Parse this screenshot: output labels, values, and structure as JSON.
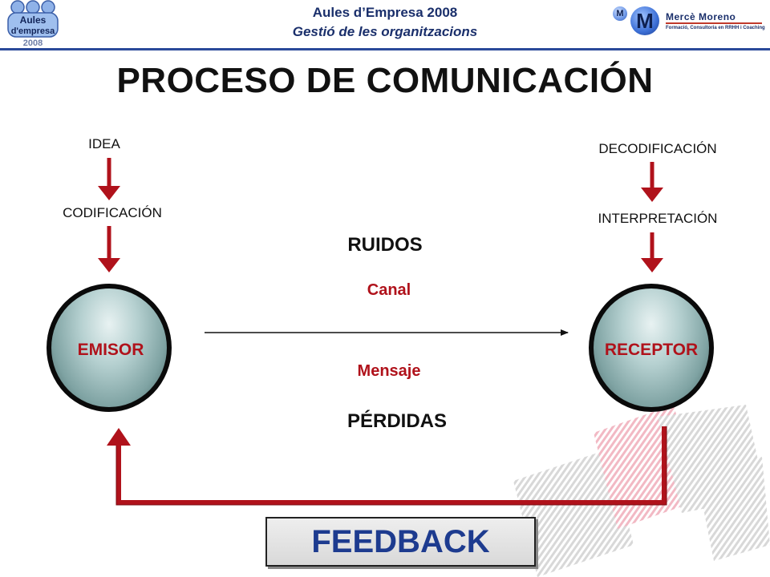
{
  "header": {
    "title": "Aules d’Empresa 2008",
    "subtitle": "Gestió de les organitzacions",
    "logo_left": {
      "line1": "Aules",
      "line2": "d'empresa",
      "line3": "2008"
    },
    "logo_right": {
      "initial": "M",
      "name": "Mercè Moreno",
      "tagline": "Formació, Consultoria en RRHH i Coaching"
    }
  },
  "diagram": {
    "title": "PROCESO DE  COMUNICACIÓN",
    "left_steps": [
      "IDEA",
      "CODIFICACIÓN"
    ],
    "right_steps": [
      "DECODIFICACIÓN",
      "INTERPRETACIÓN"
    ],
    "sender": "EMISOR",
    "receiver": "RECEPTOR",
    "noise": "RUIDOS",
    "channel": "Canal",
    "message": "Mensaje",
    "losses": "PÉRDIDAS",
    "feedback": "FEEDBACK"
  },
  "colors": {
    "arrow_red": "#b0121b",
    "header_blue": "#1a2f6b",
    "feedback_blue": "#1d3b8f"
  }
}
